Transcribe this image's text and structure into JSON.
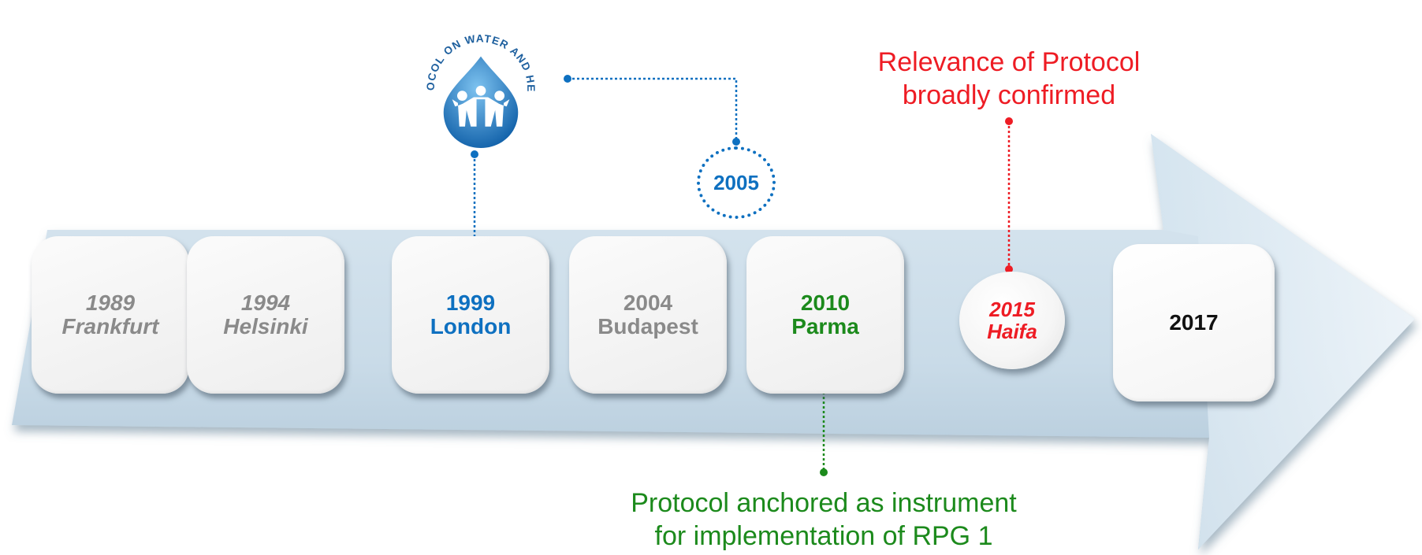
{
  "colors": {
    "grey": "#8a8a8a",
    "blue": "#0e70c0",
    "green": "#1c8a1c",
    "red": "#ee1c24",
    "black": "#111111"
  },
  "milestones": [
    {
      "year": "1989",
      "city": "Frankfurt"
    },
    {
      "year": "1994",
      "city": "Helsinki"
    },
    {
      "year": "1999",
      "city": "London"
    },
    {
      "year": "2004",
      "city": "Budapest"
    },
    {
      "year": "2010",
      "city": "Parma"
    },
    {
      "year": "2015",
      "city": "Haifa"
    },
    {
      "year": "2017"
    }
  ],
  "badge_year": "2005",
  "logo": {
    "text": "PROTOCOL ON WATER AND HEALTH"
  },
  "notes": {
    "haifa_line1": "Relevance of Protocol",
    "haifa_line2": "broadly confirmed",
    "parma_line1": "Protocol anchored as instrument",
    "parma_line2": "for implementation of RPG 1"
  }
}
